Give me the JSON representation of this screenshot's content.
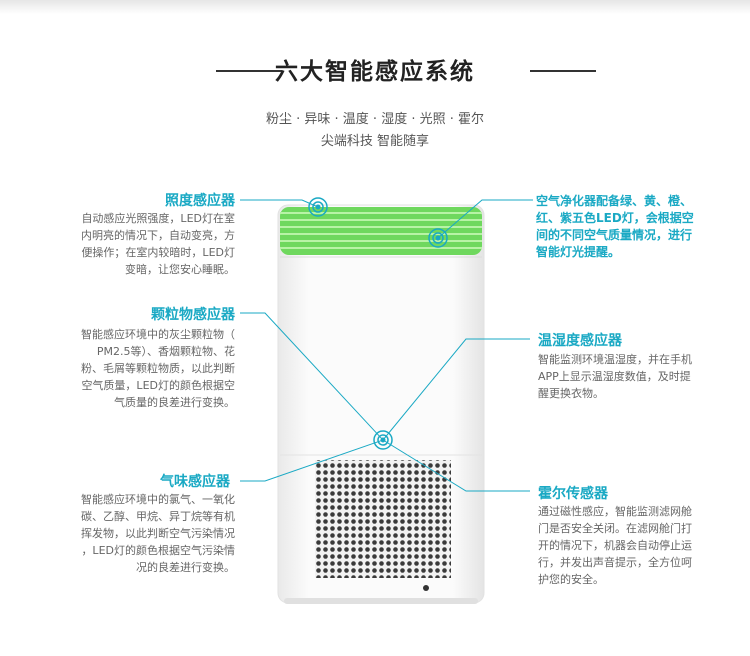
{
  "header": {
    "title": "六大智能感应系统",
    "subtitle_line1": "粉尘 · 异味 · 温度 · 湿度 · 光照 · 霍尔",
    "subtitle_line2": "尖端科技 智能随享"
  },
  "sensors": {
    "light": {
      "title": "照度感应器",
      "desc": [
        "自动感应光照强度，LED灯在室",
        "内明亮的情况下，自动变亮，方",
        "便操作；在室内较暗时，LED灯",
        "变暗，让您安心睡眠。"
      ]
    },
    "particle": {
      "title": "颗粒物感应器",
      "desc": [
        "智能感应环境中的灰尘颗粒物（",
        "PM2.5等）、香烟颗粒物、花",
        "粉、毛屑等颗粒物质，以此判断",
        "空气质量，LED灯的颜色根据空",
        "气质量的良差进行变换。"
      ]
    },
    "odor": {
      "title": "气味感应器",
      "desc": [
        "智能感应环境中的氯气、一氧化",
        "碳、乙醇、甲烷、异丁烷等有机",
        "挥发物，以此判断空气污染情况",
        "，LED灯的颜色根据空气污染情",
        "况的良差进行变换。"
      ]
    },
    "led_note": {
      "lines": [
        "空气净化器配备绿、黄、橙、",
        "红、紫五色LED灯，会根据空",
        "间的不同空气质量情况，进行",
        "智能灯光提醒。"
      ]
    },
    "humidity": {
      "title": "温湿度感应器",
      "desc": [
        "智能监测环境温湿度，并在手机",
        "APP上显示温湿度数值，及时提",
        "醒更换衣物。"
      ]
    },
    "hall": {
      "title": "霍尔传感器",
      "desc": [
        "通过磁性感应，智能监测滤网舱",
        "门是否安全关闭。在滤网舱门打",
        "开的情况下，机器会自动停止运",
        "行，并发出声音提示，全方位呵",
        "护您的安全。"
      ]
    }
  },
  "colors": {
    "accent": "#1aa9c4",
    "led_green": "#7ee26a"
  }
}
